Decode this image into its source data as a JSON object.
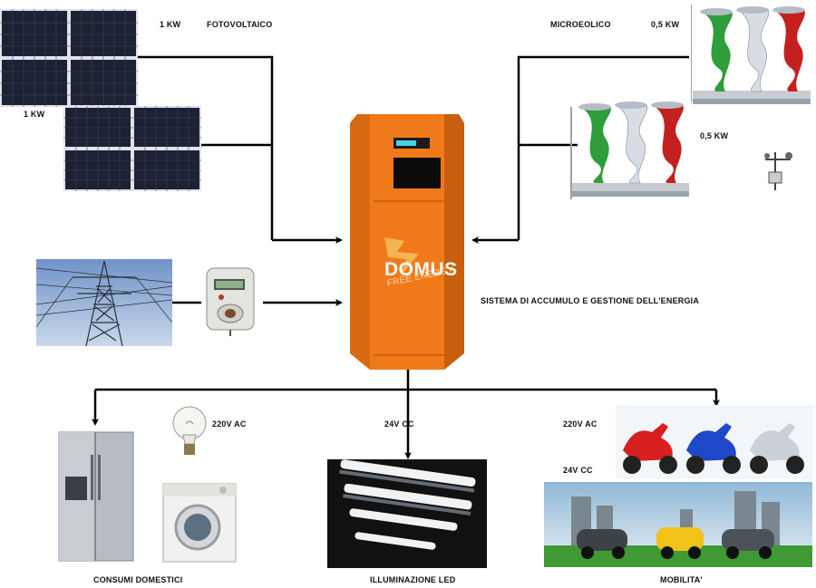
{
  "solar": {
    "label_top_power": "1 KW",
    "label_top_name": "FOTOVOLTAICO",
    "label_bottom_power": "1 KW"
  },
  "wind": {
    "label_name": "MICROEOLICO",
    "label_top_power": "0,5 KW",
    "label_bottom_power": "0,5 KW"
  },
  "unit": {
    "brand": "DOMUS",
    "tagline": "FREE ENERGY",
    "description": "SISTEMA DI ACCUMULO E GESTIONE DELL'ENERGIA"
  },
  "outputs": {
    "ac_left": "220V AC",
    "dc_center": "24V CC",
    "ac_right": "220V AC",
    "dc_right": "24V CC",
    "caption_home": "CONSUMI DOMESTICI",
    "caption_led": "ILLUMINAZIONE LED",
    "caption_mobility": "MOBILITA'"
  },
  "colors": {
    "unit_orange": "#f07a1a",
    "panel_blue": "#1c2233",
    "wind_green": "#2e9e3a",
    "wind_red": "#c4211e",
    "arrow": "#000000"
  }
}
